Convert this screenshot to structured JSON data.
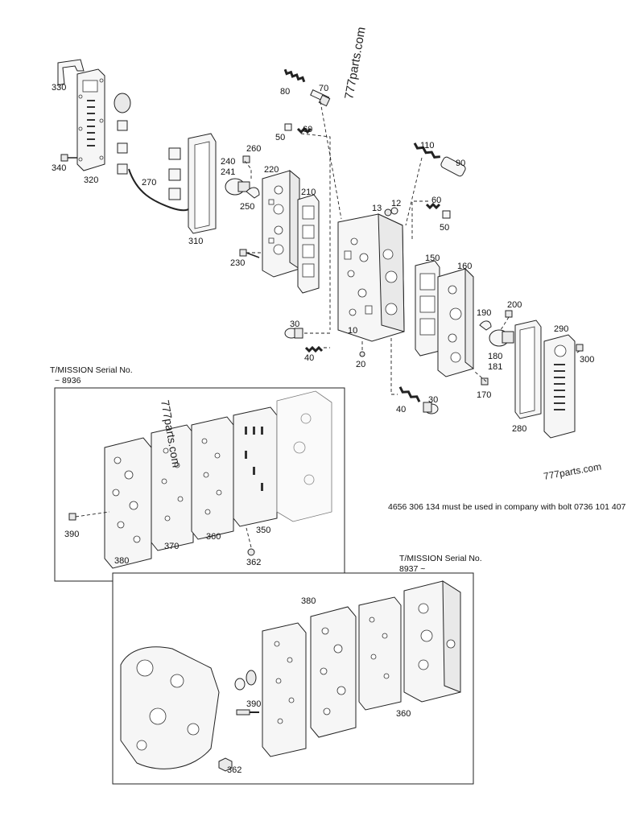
{
  "watermark": "777parts.com",
  "serial_upper": {
    "line1": "T/MISSION Serial No.",
    "line2": "~ 8936"
  },
  "serial_lower": {
    "line1": "T/MISSION Serial No.",
    "line2": "8937 ~"
  },
  "note": "4656 306 134 must be used in company with bolt 0736 101 407",
  "labels": {
    "l330": "330",
    "l320": "320",
    "l340": "340",
    "l270": "270",
    "l310": "310",
    "l80": "80",
    "l70": "70",
    "l60a": "60",
    "l50a": "50",
    "l260": "260",
    "l240": "240",
    "l241": "241",
    "l220": "220",
    "l210": "210",
    "l250": "250",
    "l230": "230",
    "l110": "110",
    "l90": "90",
    "l12": "12",
    "l13": "13",
    "l60b": "60",
    "l50b": "50",
    "l150": "150",
    "l160": "160",
    "l190": "190",
    "l200": "200",
    "l30a": "30",
    "l40a": "40",
    "l10": "10",
    "l20": "20",
    "l180": "180",
    "l181": "181",
    "l170": "170",
    "l290": "290",
    "l300": "300",
    "l40b": "40",
    "l30b": "30",
    "l280": "280",
    "u390": "390",
    "u380": "380",
    "u370": "370",
    "u360": "360",
    "u350": "350",
    "u362": "362",
    "d380": "380",
    "d390": "390",
    "d360": "360",
    "d362": "362"
  }
}
